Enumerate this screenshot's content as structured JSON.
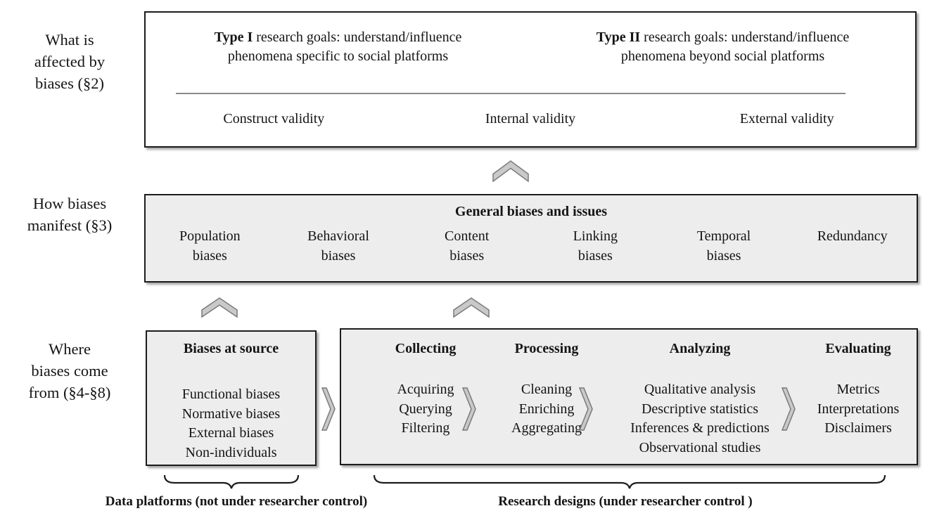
{
  "left_labels": {
    "affected": {
      "line1": "What is",
      "line2": "affected by",
      "line3": "biases (§2)"
    },
    "manifest": {
      "line1": "How biases",
      "line2": "manifest (§3)"
    },
    "come_from": {
      "line1": "Where",
      "line2": "biases come",
      "line3": "from (§4-§8)"
    }
  },
  "top_box": {
    "goals": [
      {
        "prefix": "Type I",
        "rest": " research goals: understand/influence",
        "line2": "phenomena specific to social platforms"
      },
      {
        "prefix": "Type II",
        "rest": " research goals: understand/influence",
        "line2": "phenomena beyond social platforms"
      }
    ],
    "validities": [
      "Construct validity",
      "Internal validity",
      "External validity"
    ]
  },
  "middle_box": {
    "title": "General biases and issues",
    "columns": [
      {
        "line1": "Population",
        "line2": "biases"
      },
      {
        "line1": "Behavioral",
        "line2": "biases"
      },
      {
        "line1": "Content",
        "line2": "biases"
      },
      {
        "line1": "Linking",
        "line2": "biases"
      },
      {
        "line1": "Temporal",
        "line2": "biases"
      },
      {
        "line1": "Redundancy",
        "line2": ""
      }
    ]
  },
  "source_box": {
    "title": "Biases at source",
    "items": [
      "Functional biases",
      "Normative biases",
      "External biases",
      "Non-individuals"
    ]
  },
  "pipeline_box": {
    "columns": [
      {
        "title": "Collecting",
        "items": [
          "Acquiring",
          "Querying",
          "Filtering"
        ]
      },
      {
        "title": "Processing",
        "items": [
          "Cleaning",
          "Enriching",
          "Aggregating"
        ]
      },
      {
        "title": "Analyzing",
        "items": [
          "Qualitative analysis",
          "Descriptive statistics",
          "Inferences & predictions",
          "Observational studies"
        ]
      },
      {
        "title": "Evaluating",
        "items": [
          "Metrics",
          "Interpretations",
          "Disclaimers"
        ]
      }
    ]
  },
  "captions": {
    "data_platforms": "Data platforms (not under researcher control)",
    "research_designs": "Research designs (under researcher control )"
  },
  "icons": {
    "up_arrows": "chevron-up-icon",
    "flow_arrows": "chevron-right-icon",
    "braces": "underbrace-icon"
  },
  "colors": {
    "box_fill_gray": "#ededed",
    "box_fill_white": "#ffffff",
    "box_border": "#1c1c1c",
    "chevron_fill": "#c9c9c9",
    "chevron_border": "#7a7a7a",
    "divider": "#8a8a8a",
    "text": "#141414"
  }
}
